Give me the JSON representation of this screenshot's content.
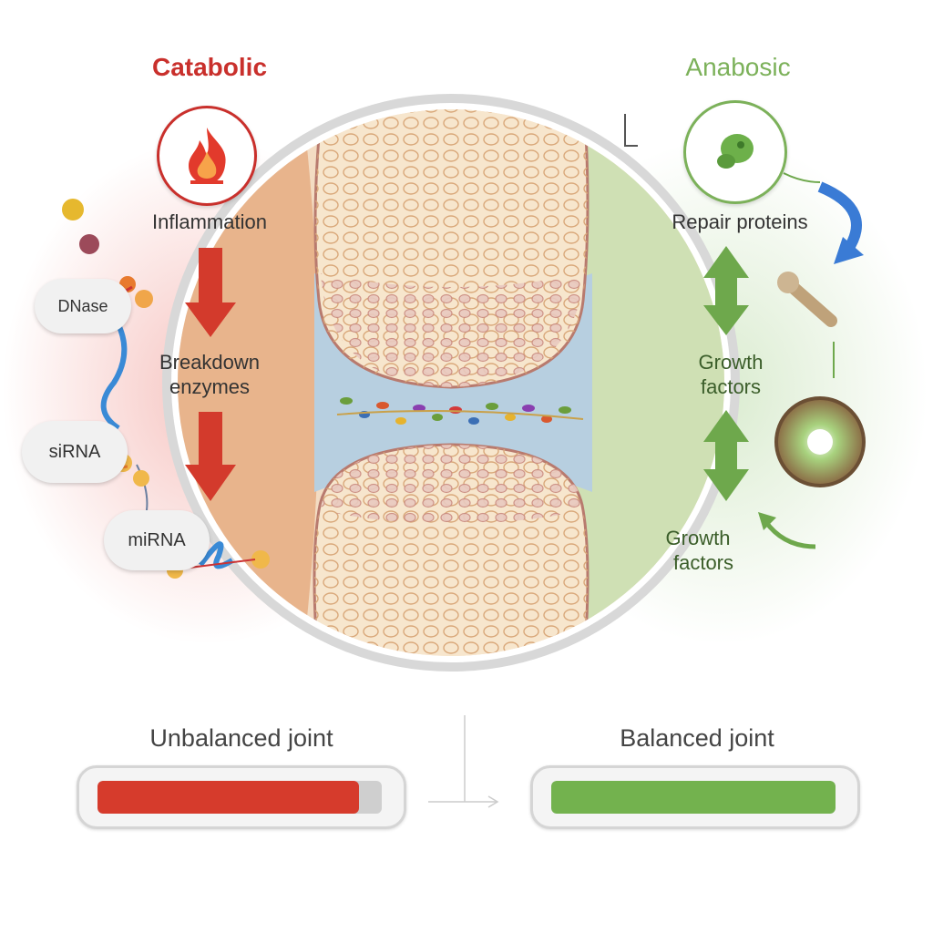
{
  "catabolic": {
    "title": "Catabolic",
    "icon": "flame-icon",
    "steps": [
      "Inflammation",
      "Breakdown",
      "enzymes"
    ],
    "molecules": [
      "DNase",
      "siRNA",
      "miRNA"
    ],
    "color": "#c9302c"
  },
  "anabolic": {
    "title": "Anabosic",
    "icon": "cell-icon",
    "steps": [
      "Repair proteins",
      "Growth",
      "factors",
      "Growth",
      "factors"
    ],
    "color": "#7cb15a"
  },
  "balance": {
    "unbalanced_label": "Unbalanced joint",
    "unbalanced_level": 0.92,
    "balanced_label": "Balanced joint",
    "balanced_level": 1.0
  }
}
